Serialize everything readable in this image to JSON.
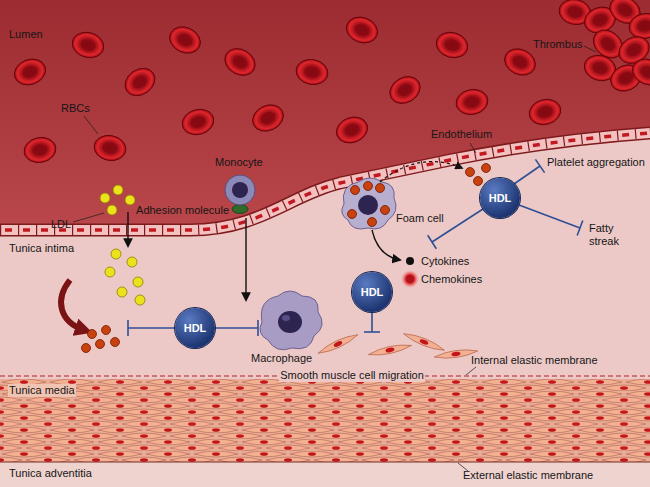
{
  "diagram": {
    "nodes": [
      {
        "text": [
          "HDL"
        ]
      },
      {
        "text": [
          "HDL"
        ]
      },
      {
        "text": [
          "HDL"
        ]
      }
    ],
    "labels": [
      "Lumen",
      "RBCs",
      "Thrombus",
      "Endothelium",
      "Monocyte",
      "Adhesion molecule",
      "LDL",
      "Platelet aggregation",
      "Foam cell",
      "Fatty streak",
      "Tunica intima",
      "Cytokines",
      "Chemokines",
      "Macrophage",
      "Smooth muscle cell migration",
      "Internal elastic membrane",
      "Tunica media",
      "Tunica adventitia",
      "External elastic membrane"
    ]
  }
}
